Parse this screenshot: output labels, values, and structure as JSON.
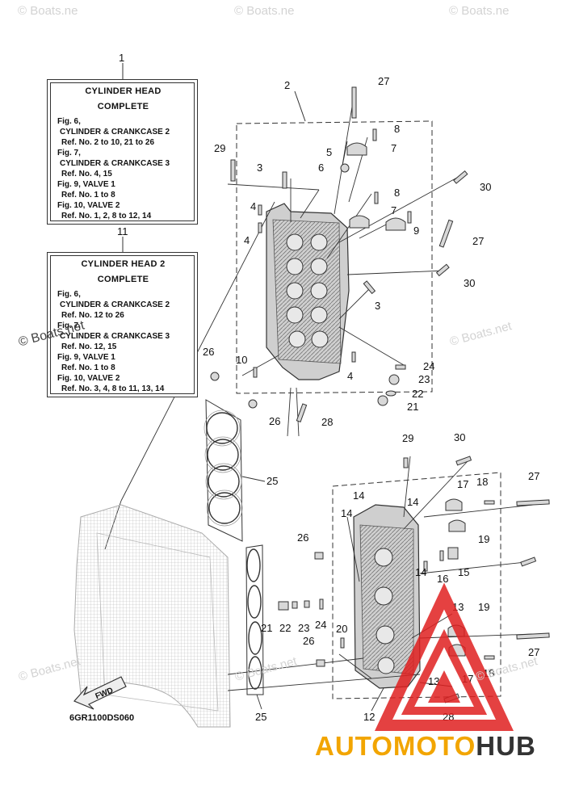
{
  "boxes": {
    "box1": {
      "ref": "1",
      "title1": "CYLINDER HEAD",
      "title2": "COMPLETE",
      "lines": [
        "Fig. 6,",
        "CYLINDER & CRANKCASE 2",
        "Ref. No. 2 to 10, 21 to 26",
        "Fig. 7,",
        "CYLINDER & CRANKCASE 3",
        "Ref. No. 4, 15",
        "Fig. 9, VALVE 1",
        "Ref. No. 1 to 8",
        "Fig. 10, VALVE 2",
        "Ref. No. 1, 2, 8 to 12, 14"
      ]
    },
    "box2": {
      "ref": "11",
      "title1": "CYLINDER HEAD 2",
      "title2": "COMPLETE",
      "lines": [
        "Fig. 6,",
        "CYLINDER & CRANKCASE 2",
        "Ref. No. 12 to 26",
        "Fig. 7,",
        "CYLINDER & CRANKCASE 3",
        "Ref. No. 12, 15",
        "Fig. 9, VALVE 1",
        "Ref. No. 1 to 8",
        "Fig. 10, VALVE 2",
        "Ref. No. 3, 4, 8 to 11, 13, 14"
      ]
    }
  },
  "labels": [
    "2",
    "27",
    "8",
    "7",
    "5",
    "29",
    "3",
    "6",
    "30",
    "4",
    "8",
    "7",
    "9",
    "4",
    "27",
    "30",
    "3",
    "4",
    "26",
    "10",
    "24",
    "23",
    "22",
    "21",
    "26",
    "28",
    "25",
    "29",
    "30",
    "27",
    "14",
    "14",
    "17",
    "18",
    "14",
    "26",
    "19",
    "16",
    "15",
    "14",
    "13",
    "19",
    "21",
    "22",
    "23",
    "24",
    "20",
    "26",
    "27",
    "17",
    "18",
    "13",
    "12",
    "28",
    "25"
  ],
  "fwd_label": "FWD",
  "diagram_code": "6GR1100DS060",
  "watermarks": {
    "text": "© Boats.net",
    "partial": "© Boats.ne"
  },
  "brand": {
    "part1": "AUTOMOTO",
    "part2": "HUB",
    "color1": "#f2a500",
    "color2": "#333333",
    "logo_color": "#e02020"
  }
}
